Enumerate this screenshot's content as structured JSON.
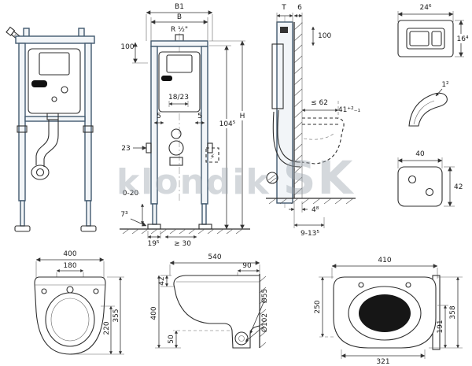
{
  "title": "wall-hung-wc-installation-dimension-drawing",
  "watermark": {
    "part1": "klondik",
    "part2": "SK"
  },
  "icons": {
    "electrical": "⚡"
  },
  "colors": {
    "line": "#2f2f2f",
    "frame": "#42596e",
    "dim": "#333333",
    "bowl_fill": "#161616",
    "watermark": "#9aa4ad"
  },
  "views": {
    "frame_front": {
      "b1": "B1",
      "b": "B",
      "r_half": "R ½\"",
      "d100": "100",
      "d18_23": "18/23",
      "d5_left": "5",
      "d5_right": "5",
      "d104": "104⁵",
      "h": "H",
      "d23": "23",
      "d0_20": "0-20",
      "d7": "7³",
      "d19": "19⁵",
      "d30": "≥ 30"
    },
    "side": {
      "t": "T",
      "d6": "6",
      "d100": "100",
      "d62": "≤ 62",
      "d41": "41⁺²₋₁",
      "d4": "4⁸",
      "d9_13": "9-13⁵"
    },
    "plate": {
      "w": "24⁶",
      "h": "16⁴"
    },
    "bend": {
      "d1": "1²"
    },
    "pad": {
      "w": "40",
      "h": "42"
    },
    "wc_top": {
      "w": "400",
      "inner": "180",
      "d220": "220",
      "d355": "355"
    },
    "wc_side": {
      "w": "540",
      "d42": "42",
      "d90": "90",
      "d55": "Ø55",
      "d102": "Ø102",
      "h400": "400",
      "d50": "50"
    },
    "wc_front": {
      "w": "410",
      "d250": "250",
      "d191": "191",
      "d358": "358",
      "d321": "321"
    }
  }
}
